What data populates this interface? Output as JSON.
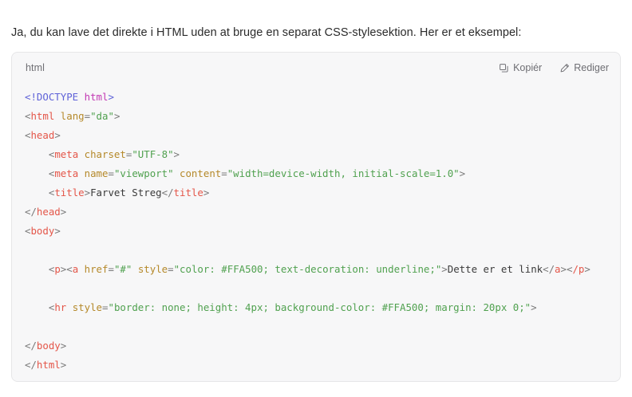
{
  "intro": {
    "text": "Ja, du kan lave det direkte i HTML uden at bruge en separat CSS-stylesektion. Her er et eksempel:"
  },
  "code_block": {
    "language_label": "html",
    "actions": [
      {
        "label": "Kopiér",
        "icon": "copy-icon"
      },
      {
        "label": "Rediger",
        "icon": "pencil-icon"
      }
    ],
    "colors": {
      "card_background": "#f7f7f8",
      "card_border": "#e6e6e8",
      "tag": "#e45649",
      "attribute": "#b5892a",
      "string": "#50a14f",
      "doctype": "#5f62d8",
      "doctype_name": "#c239b3",
      "punctuation": "#7a7a7a",
      "plain_text": "#3a3a3a"
    },
    "lines": [
      [
        {
          "t": "<!DOCTYPE ",
          "c": "tok-doctype"
        },
        {
          "t": "html",
          "c": "tok-doctype-name"
        },
        {
          "t": ">",
          "c": "tok-doctype"
        }
      ],
      [
        {
          "t": "<",
          "c": "tok-punct"
        },
        {
          "t": "html",
          "c": "tok-tag"
        },
        {
          "t": " ",
          "c": "tok-text"
        },
        {
          "t": "lang",
          "c": "tok-attr"
        },
        {
          "t": "=",
          "c": "tok-punct"
        },
        {
          "t": "\"da\"",
          "c": "tok-string"
        },
        {
          "t": ">",
          "c": "tok-punct"
        }
      ],
      [
        {
          "t": "<",
          "c": "tok-punct"
        },
        {
          "t": "head",
          "c": "tok-tag"
        },
        {
          "t": ">",
          "c": "tok-punct"
        }
      ],
      [
        {
          "t": "    <",
          "c": "tok-punct"
        },
        {
          "t": "meta",
          "c": "tok-tag"
        },
        {
          "t": " ",
          "c": "tok-text"
        },
        {
          "t": "charset",
          "c": "tok-attr"
        },
        {
          "t": "=",
          "c": "tok-punct"
        },
        {
          "t": "\"UTF-8\"",
          "c": "tok-string"
        },
        {
          "t": ">",
          "c": "tok-punct"
        }
      ],
      [
        {
          "t": "    <",
          "c": "tok-punct"
        },
        {
          "t": "meta",
          "c": "tok-tag"
        },
        {
          "t": " ",
          "c": "tok-text"
        },
        {
          "t": "name",
          "c": "tok-attr"
        },
        {
          "t": "=",
          "c": "tok-punct"
        },
        {
          "t": "\"viewport\"",
          "c": "tok-string"
        },
        {
          "t": " ",
          "c": "tok-text"
        },
        {
          "t": "content",
          "c": "tok-attr"
        },
        {
          "t": "=",
          "c": "tok-punct"
        },
        {
          "t": "\"width=device-width, initial-scale=1.0\"",
          "c": "tok-string"
        },
        {
          "t": ">",
          "c": "tok-punct"
        }
      ],
      [
        {
          "t": "    <",
          "c": "tok-punct"
        },
        {
          "t": "title",
          "c": "tok-tag"
        },
        {
          "t": ">",
          "c": "tok-punct"
        },
        {
          "t": "Farvet Streg",
          "c": "tok-text"
        },
        {
          "t": "</",
          "c": "tok-punct"
        },
        {
          "t": "title",
          "c": "tok-tag"
        },
        {
          "t": ">",
          "c": "tok-punct"
        }
      ],
      [
        {
          "t": "</",
          "c": "tok-punct"
        },
        {
          "t": "head",
          "c": "tok-tag"
        },
        {
          "t": ">",
          "c": "tok-punct"
        }
      ],
      [
        {
          "t": "<",
          "c": "tok-punct"
        },
        {
          "t": "body",
          "c": "tok-tag"
        },
        {
          "t": ">",
          "c": "tok-punct"
        }
      ],
      [],
      [
        {
          "t": "    <",
          "c": "tok-punct"
        },
        {
          "t": "p",
          "c": "tok-tag"
        },
        {
          "t": "><",
          "c": "tok-punct"
        },
        {
          "t": "a",
          "c": "tok-tag"
        },
        {
          "t": " ",
          "c": "tok-text"
        },
        {
          "t": "href",
          "c": "tok-attr"
        },
        {
          "t": "=",
          "c": "tok-punct"
        },
        {
          "t": "\"#\"",
          "c": "tok-string"
        },
        {
          "t": " ",
          "c": "tok-text"
        },
        {
          "t": "style",
          "c": "tok-attr"
        },
        {
          "t": "=",
          "c": "tok-punct"
        },
        {
          "t": "\"color: #FFA500; text-decoration: underline;\"",
          "c": "tok-string"
        },
        {
          "t": ">",
          "c": "tok-punct"
        },
        {
          "t": "Dette er et link",
          "c": "tok-text"
        },
        {
          "t": "</",
          "c": "tok-punct"
        },
        {
          "t": "a",
          "c": "tok-tag"
        },
        {
          "t": "><",
          "c": "tok-punct"
        },
        {
          "t": "/p",
          "c": "tok-tag"
        },
        {
          "t": ">",
          "c": "tok-punct"
        }
      ],
      [],
      [
        {
          "t": "    <",
          "c": "tok-punct"
        },
        {
          "t": "hr",
          "c": "tok-tag"
        },
        {
          "t": " ",
          "c": "tok-text"
        },
        {
          "t": "style",
          "c": "tok-attr"
        },
        {
          "t": "=",
          "c": "tok-punct"
        },
        {
          "t": "\"border: none; height: 4px; background-color: #FFA500; margin: 20px 0;\"",
          "c": "tok-string"
        },
        {
          "t": ">",
          "c": "tok-punct"
        }
      ],
      [],
      [
        {
          "t": "</",
          "c": "tok-punct"
        },
        {
          "t": "body",
          "c": "tok-tag"
        },
        {
          "t": ">",
          "c": "tok-punct"
        }
      ],
      [
        {
          "t": "</",
          "c": "tok-punct"
        },
        {
          "t": "html",
          "c": "tok-tag"
        },
        {
          "t": ">",
          "c": "tok-punct"
        }
      ]
    ]
  }
}
